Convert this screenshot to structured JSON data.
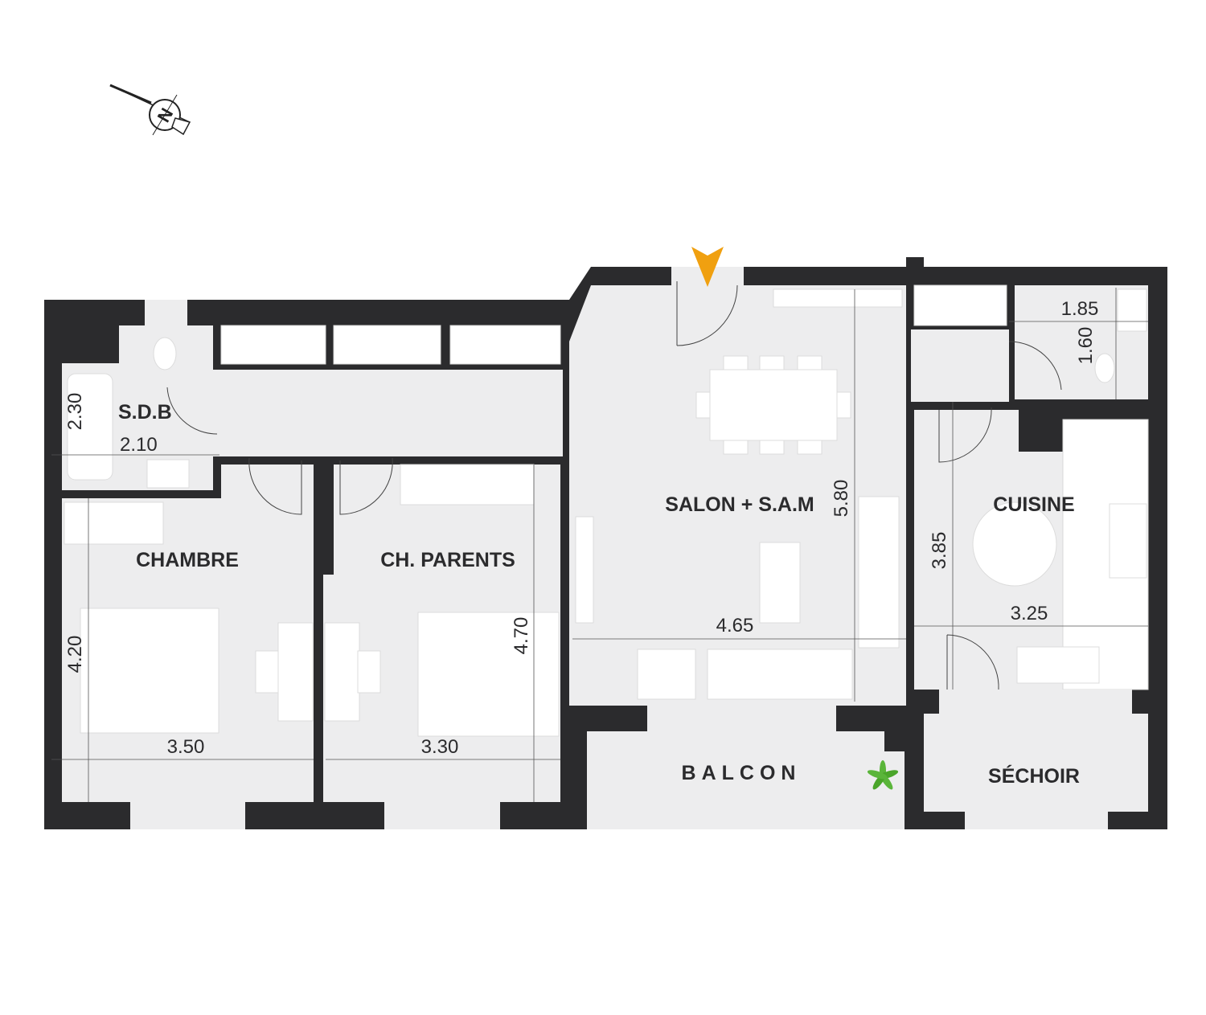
{
  "colors": {
    "wall": "#2b2b2d",
    "floor": "#ededee",
    "entrance_arrow": "#f0a010",
    "plant": "#5ab53a"
  },
  "compass": {
    "letter": "N"
  },
  "rooms": {
    "sdb": {
      "label": "S.D.B",
      "width": "2.10",
      "depth": "2.30"
    },
    "chambre": {
      "label": "CHAMBRE",
      "width": "3.50",
      "depth": "4.20"
    },
    "parents": {
      "label": "CH. PARENTS",
      "width": "3.30",
      "depth": "4.70"
    },
    "salon": {
      "label": "SALON + S.A.M",
      "width": "4.65",
      "depth": "5.80"
    },
    "cuisine": {
      "label": "CUISINE",
      "width": "3.25",
      "depth": "3.85"
    },
    "wc": {
      "width": "1.85",
      "depth": "1.60"
    },
    "balcon": {
      "label": "BALCON"
    },
    "sechoir": {
      "label": "SÉCHOIR"
    }
  }
}
